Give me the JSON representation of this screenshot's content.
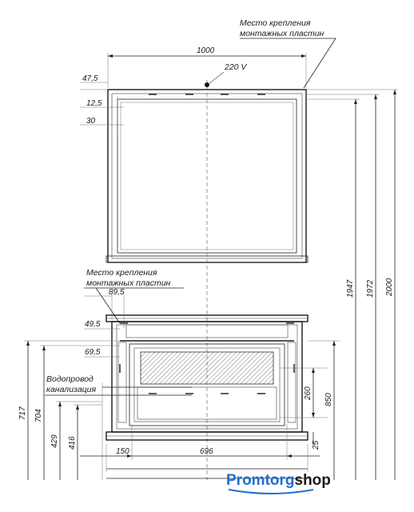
{
  "notes": {
    "mirror_mount_line1": "Место крепления",
    "mirror_mount_line2": "монтажных пластин",
    "cabinet_mount_line1": "Место крепления",
    "cabinet_mount_line2": "монтажных пластин",
    "water_line1": "Водопровод",
    "water_line2": "канализация"
  },
  "power_label": "220 V",
  "dimensions": {
    "width_1000": "1000",
    "d_47_5": "47,5",
    "d_12_5": "12,5",
    "d_30": "30",
    "d_89_5": "89,5",
    "d_49_5": "49,5",
    "d_69_5": "69,5",
    "h_1947": "1947",
    "h_1972": "1972",
    "h_2000": "2000",
    "h_717": "717",
    "h_704": "704",
    "h_429": "429",
    "h_416": "416",
    "h_260": "260",
    "h_850": "850",
    "h_25": "25",
    "w_150": "150",
    "w_696": "696"
  },
  "brand": {
    "part1": "Promtorg",
    "part2": "shop",
    "color1": "#1e6fd0",
    "color2": "#1a1a1a"
  }
}
